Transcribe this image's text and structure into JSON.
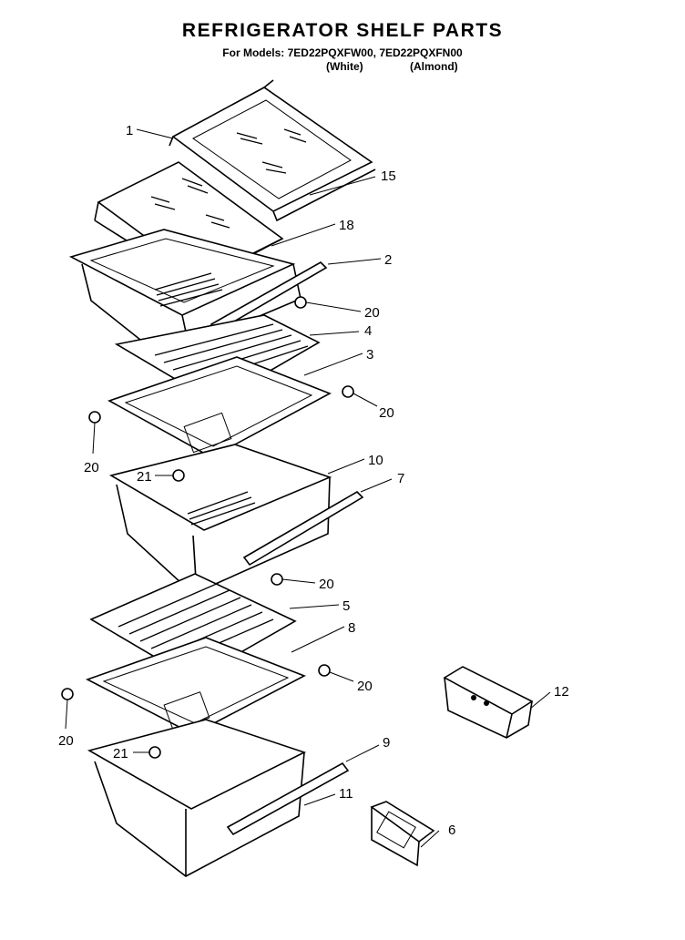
{
  "title": "REFRIGERATOR SHELF PARTS",
  "models_line": "For Models: 7ED22PQXFW00, 7ED22PQXFN00",
  "variants": [
    "(White)",
    "(Almond)"
  ],
  "callouts": [
    "1",
    "15",
    "18",
    "2",
    "20",
    "4",
    "3",
    "20",
    "20",
    "10",
    "7",
    "21",
    "20",
    "5",
    "8",
    "20",
    "20",
    "12",
    "21",
    "9",
    "11",
    "6"
  ]
}
